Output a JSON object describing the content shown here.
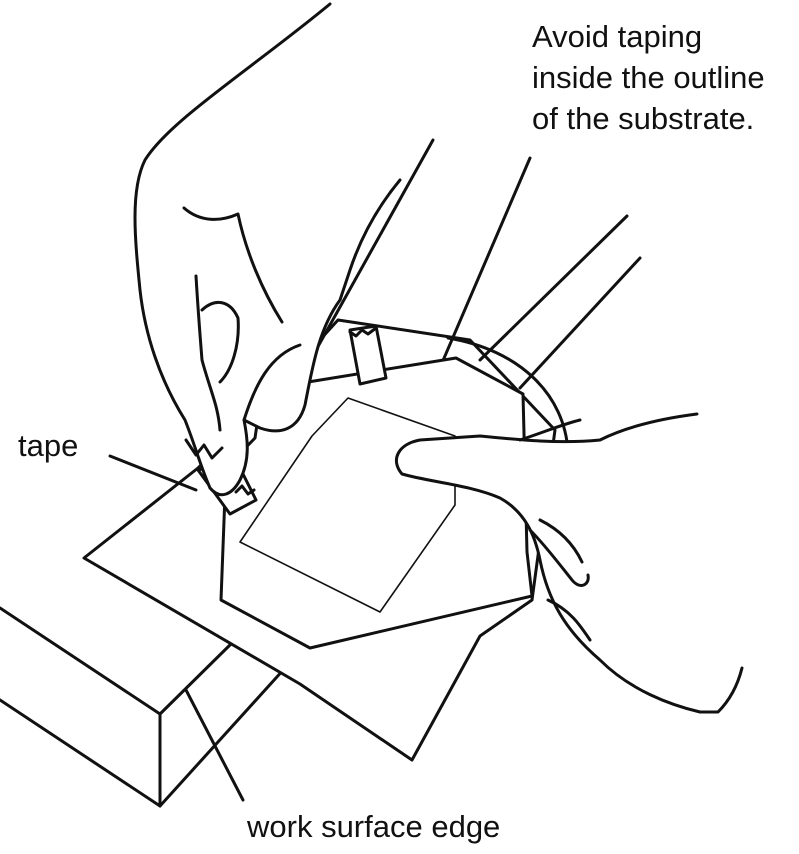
{
  "figure": {
    "callout": {
      "line1": "Avoid taping",
      "line2": "inside the outline",
      "line3": "of the substrate."
    },
    "tape_label": "tape",
    "edge_label": "work surface edge"
  },
  "colors": {
    "ink": "#111111",
    "background": "#ffffff"
  },
  "icons": [
    "hand-illustration",
    "tape-strip-illustration",
    "substrate-outline-illustration"
  ]
}
